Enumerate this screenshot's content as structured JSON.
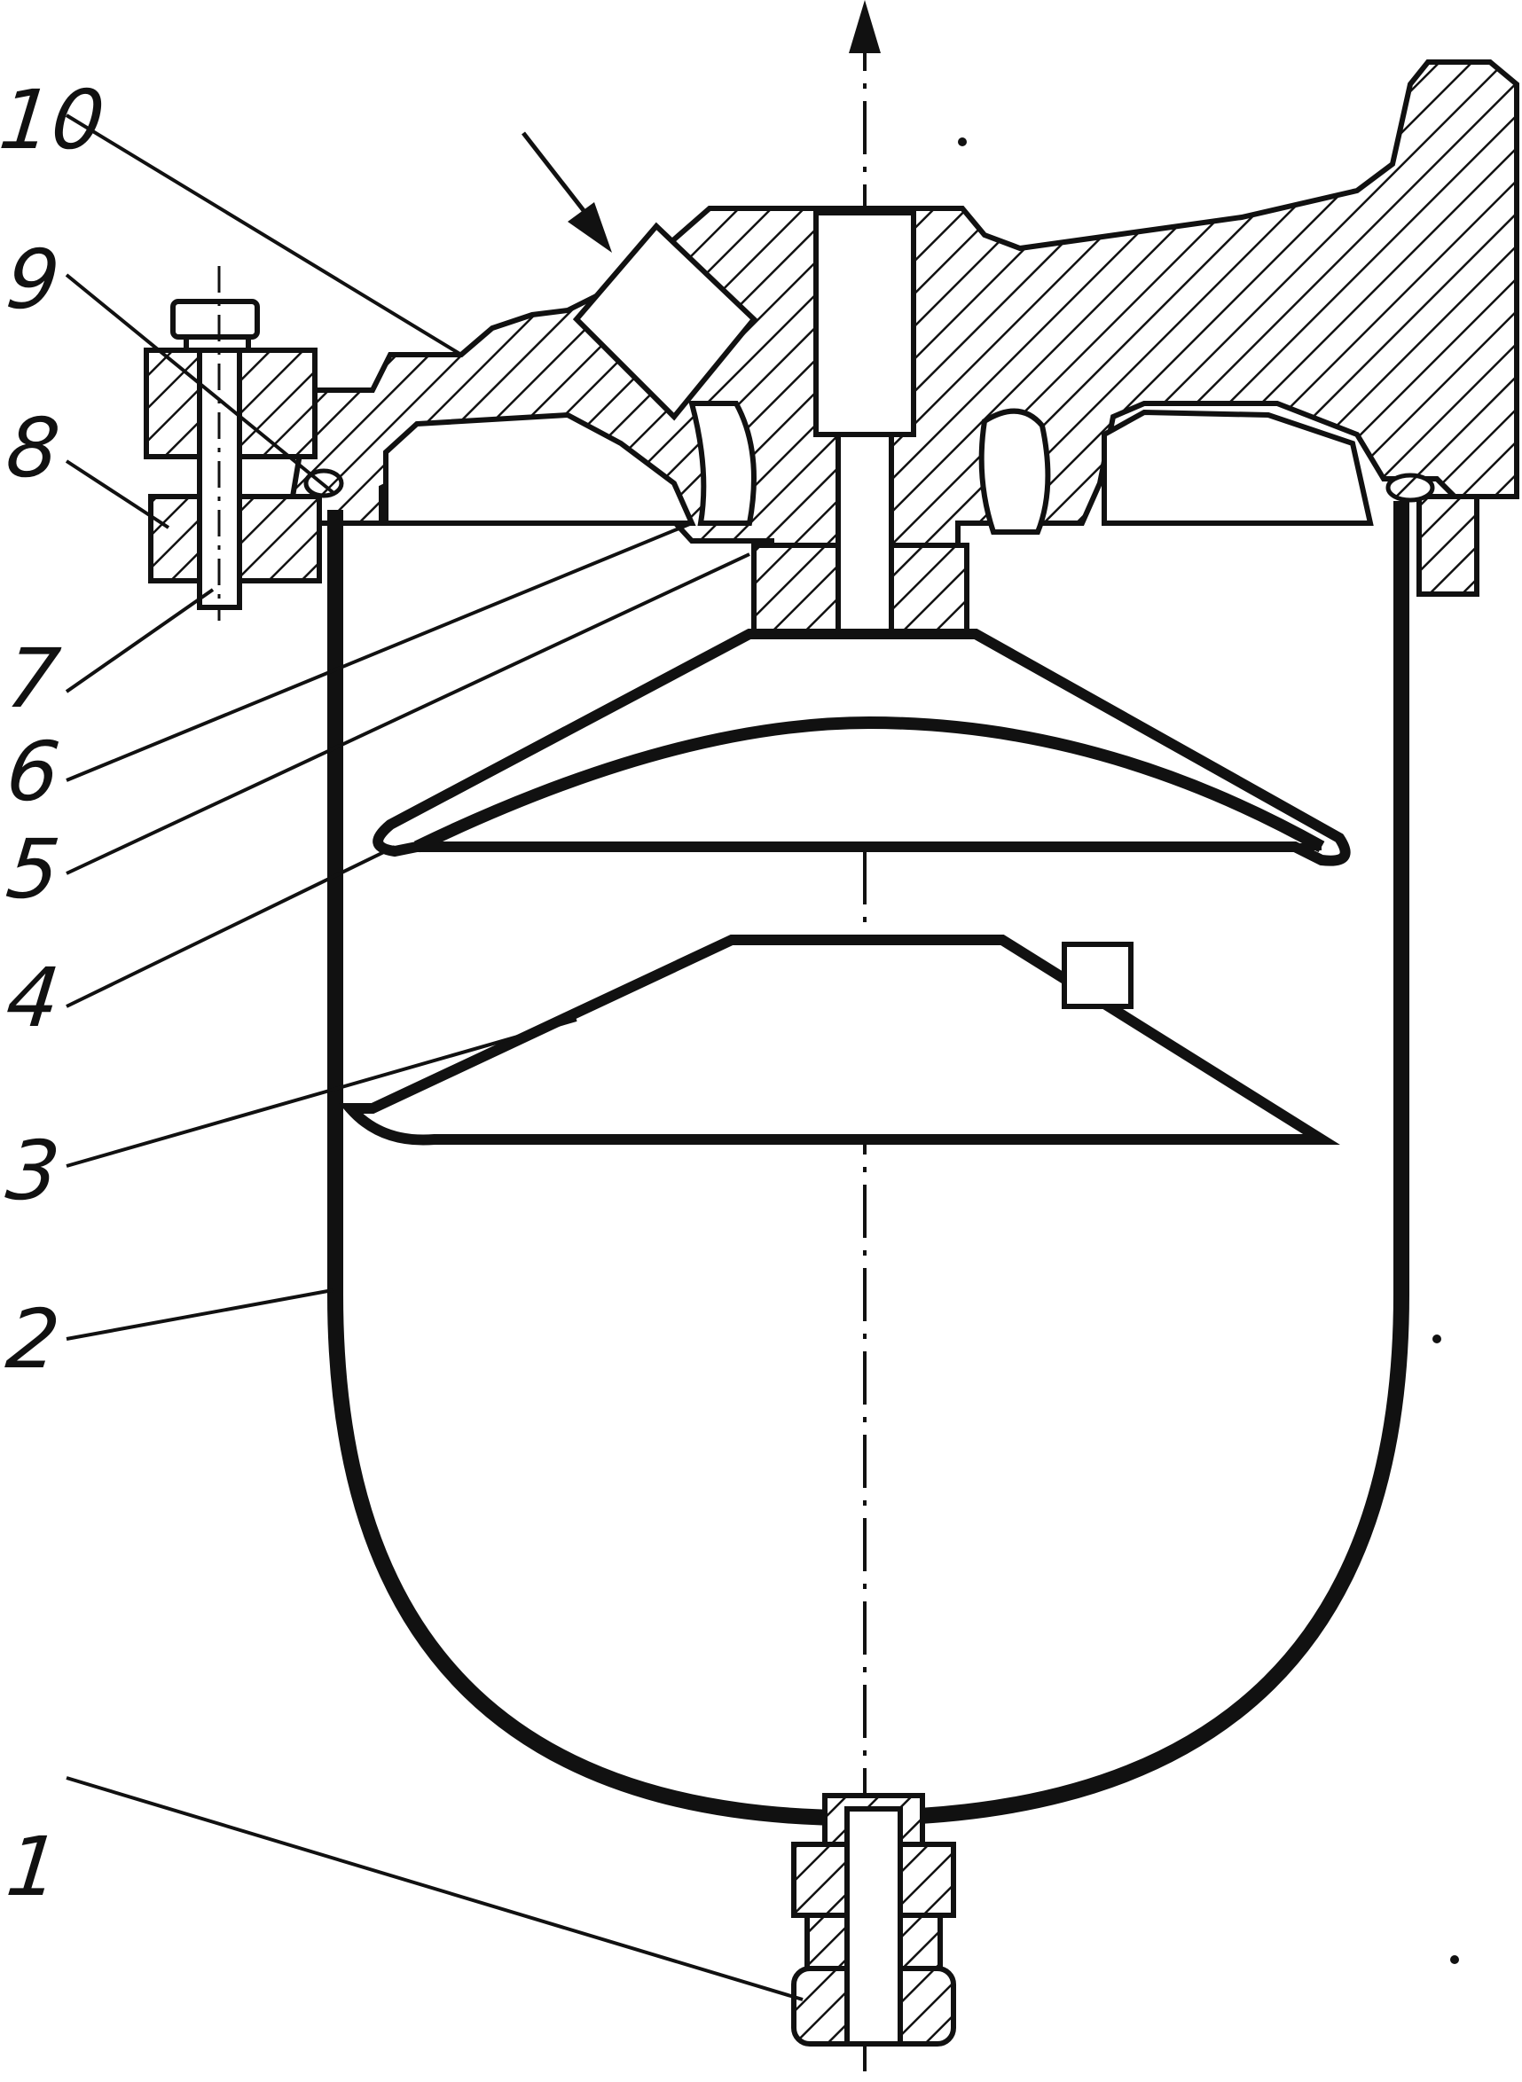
{
  "callouts": [
    {
      "id": "1",
      "label": "1"
    },
    {
      "id": "2",
      "label": "2"
    },
    {
      "id": "3",
      "label": "3"
    },
    {
      "id": "4",
      "label": "4"
    },
    {
      "id": "5",
      "label": "5"
    },
    {
      "id": "6",
      "label": "6"
    },
    {
      "id": "7",
      "label": "7"
    },
    {
      "id": "8",
      "label": "8"
    },
    {
      "id": "9",
      "label": "9"
    },
    {
      "id": "10",
      "label": "10"
    }
  ],
  "colors": {
    "ink": "#111111",
    "background": "#ffffff"
  }
}
